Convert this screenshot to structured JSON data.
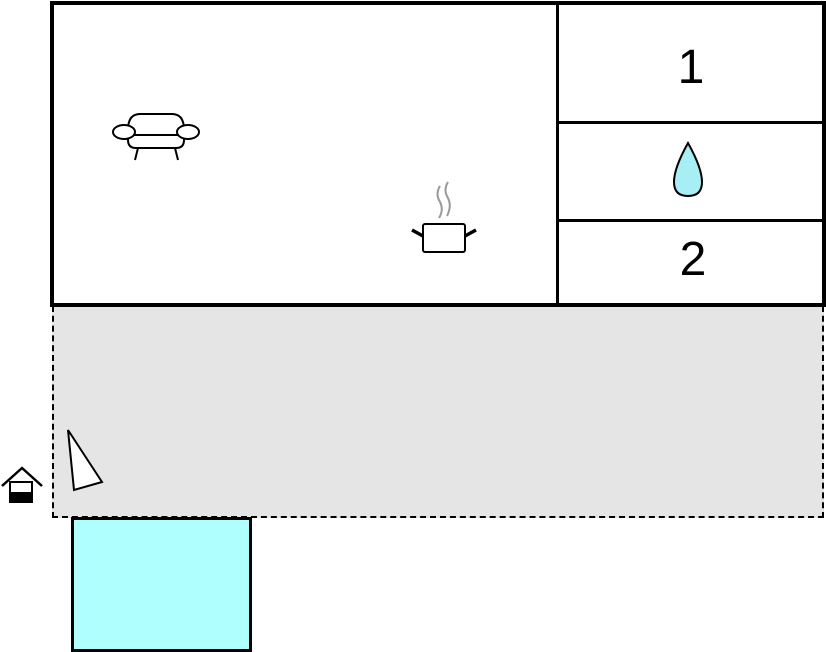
{
  "diagram": {
    "type": "floor-plan",
    "rooms": [
      {
        "id": "living-kitchen",
        "icons": [
          "sofa-icon",
          "cooking-pot-icon"
        ]
      },
      {
        "id": "bedroom-1",
        "label": "1"
      },
      {
        "id": "bathroom",
        "icons": [
          "water-drop-icon"
        ]
      },
      {
        "id": "bedroom-2",
        "label": "2"
      }
    ],
    "outdoor": [
      {
        "id": "terrace",
        "style": "dashed",
        "fill": "#e5e5e5"
      },
      {
        "id": "pool",
        "fill": "#b0ffff"
      }
    ],
    "markers": [
      "entrance-house-icon",
      "north-arrow-icon"
    ]
  },
  "colors": {
    "wall": "#000000",
    "terrace": "#e5e5e5",
    "pool": "#b0ffff",
    "water_drop": "#a8eef5"
  },
  "labels": {
    "bedroom_1": "1",
    "bedroom_2": "2"
  }
}
